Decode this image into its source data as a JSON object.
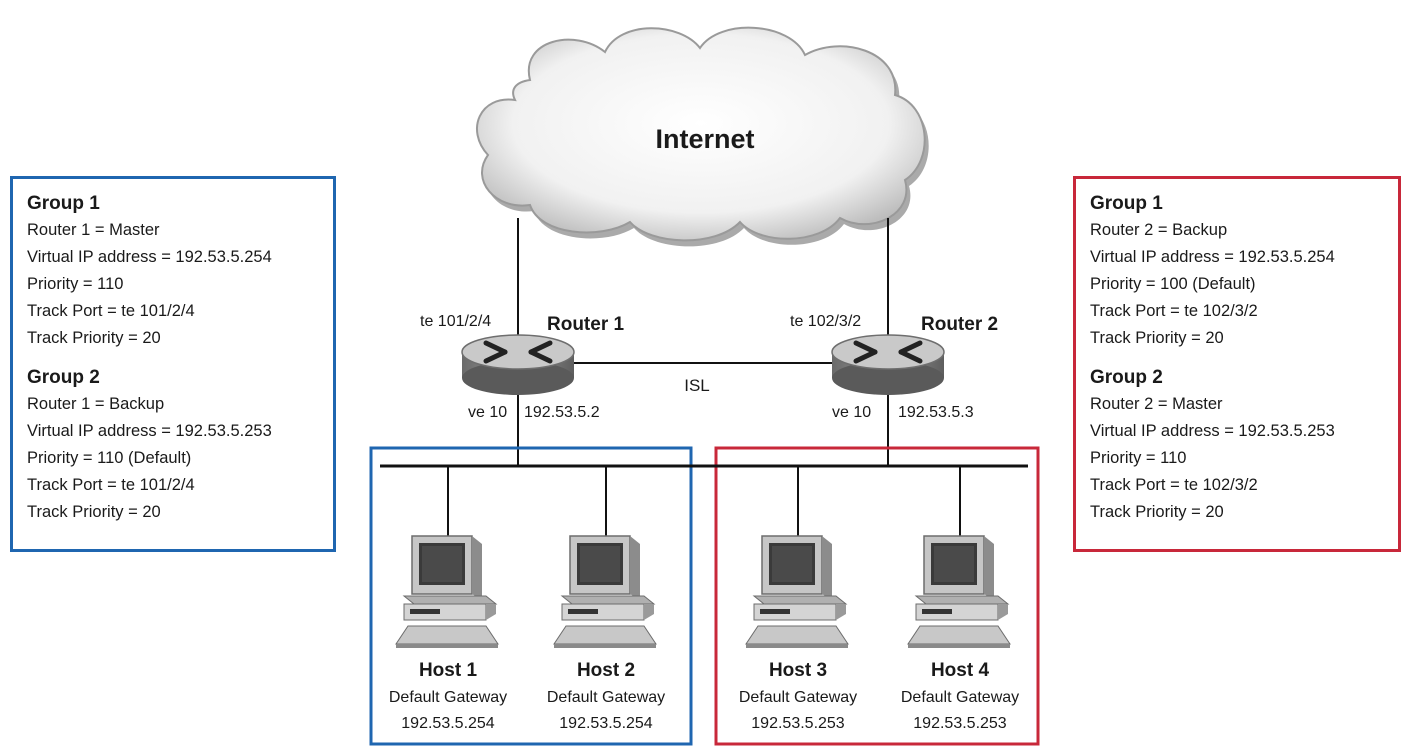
{
  "cloud": {
    "label": "Internet"
  },
  "routers": [
    {
      "name": "Router 1",
      "port": "te 101/2/4",
      "ve": "ve 10",
      "ip": "192.53.5.2"
    },
    {
      "name": "Router 2",
      "port": "te 102/3/2",
      "ve": "ve 10",
      "ip": "192.53.5.3"
    }
  ],
  "link": {
    "label": "ISL"
  },
  "left_panel": {
    "groups": [
      {
        "title": "Group 1",
        "lines": [
          "Router 1 = Master",
          "Virtual IP address = 192.53.5.254",
          "Priority = 110",
          "Track Port = te 101/2/4",
          "Track Priority = 20"
        ]
      },
      {
        "title": "Group 2",
        "lines": [
          "Router 1 = Backup",
          "Virtual IP address = 192.53.5.253",
          "Priority = 110 (Default)",
          "Track Port = te 101/2/4",
          "Track Priority = 20"
        ]
      }
    ],
    "color": "#1f66b0"
  },
  "right_panel": {
    "groups": [
      {
        "title": "Group 1",
        "lines": [
          "Router 2 = Backup",
          "Virtual IP address = 192.53.5.254",
          "Priority = 100 (Default)",
          "Track Port = te 102/3/2",
          "Track Priority = 20"
        ]
      },
      {
        "title": "Group 2",
        "lines": [
          "Router 2 = Master",
          "Virtual IP address = 192.53.5.253",
          "Priority = 110",
          "Track Port = te 102/3/2",
          "Track Priority = 20"
        ]
      }
    ],
    "color": "#c8283a"
  },
  "hosts": [
    {
      "name": "Host 1",
      "gw_label": "Default Gateway",
      "gw": "192.53.5.254"
    },
    {
      "name": "Host 2",
      "gw_label": "Default Gateway",
      "gw": "192.53.5.254"
    },
    {
      "name": "Host 3",
      "gw_label": "Default Gateway",
      "gw": "192.53.5.253"
    },
    {
      "name": "Host 4",
      "gw_label": "Default Gateway",
      "gw": "192.53.5.253"
    }
  ]
}
